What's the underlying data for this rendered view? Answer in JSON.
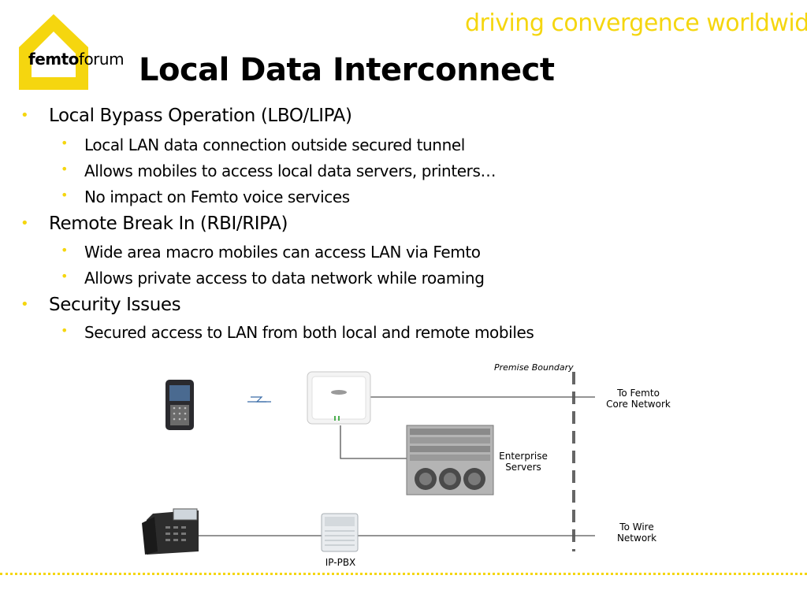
{
  "header": {
    "logo_bold": "femto",
    "logo_light": "forum",
    "tagline": "driving convergence worldwide",
    "title": "Local Data Interconnect"
  },
  "bullets": [
    {
      "text": "Local Bypass Operation (LBO/LIPA)",
      "children": [
        "Local LAN data connection outside secured tunnel",
        "Allows mobiles to access local data servers, printers…",
        "No impact on Femto voice services"
      ]
    },
    {
      "text": "Remote Break In (RBI/RIPA)",
      "children": [
        "Wide area macro mobiles can access LAN via Femto",
        "Allows private access to data network while roaming"
      ]
    },
    {
      "text": "Security Issues",
      "children": [
        "Secured access to LAN from both local and remote mobiles"
      ]
    }
  ],
  "diagram": {
    "premise_boundary": "Premise Boundary",
    "femto_core": [
      "To Femto",
      "Core Network"
    ],
    "enterprise_servers": [
      "Enterprise",
      "Servers"
    ],
    "wire_network": [
      "To Wire",
      "Network"
    ],
    "ip_pbx": "IP-PBX",
    "icons": [
      "mobile-phone-icon",
      "wireless-signal-icon",
      "femto-access-point-icon",
      "server-rack-icon",
      "desk-phone-icon",
      "ip-pbx-icon"
    ]
  },
  "colors": {
    "accent_yellow": "#f5d60f",
    "line_gray": "#555555"
  }
}
